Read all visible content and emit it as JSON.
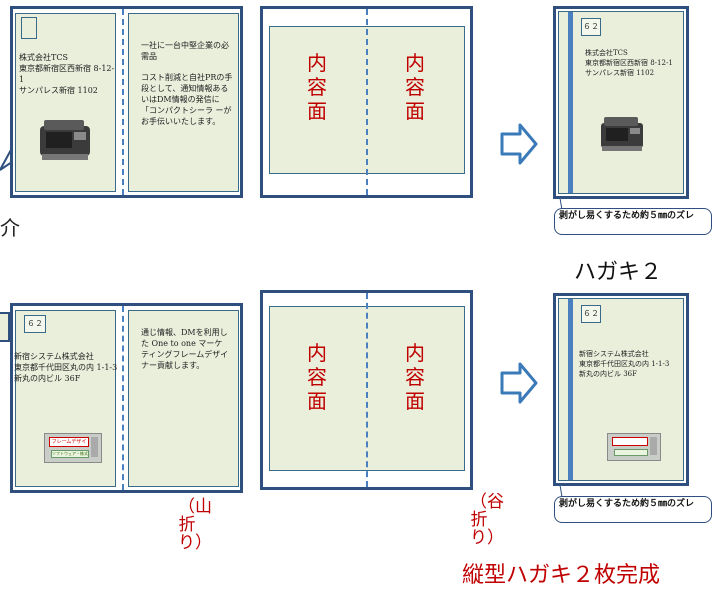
{
  "card1": {
    "num": "",
    "company": "株式会社TCS",
    "address": "東京都新宿区西新宿 8-12-1",
    "building": "サンパレス新宿 1102",
    "inner_title": "一社に一台中堅企業の必需品",
    "inner_body": "コスト削減と自社PRの手段として、通知情報あるいはDM情報の発信に「コンパクトシーラ ーがお手伝いいたします。"
  },
  "card2": {
    "num": "６２",
    "company": "新宿システム株式会社",
    "address": "東京都千代田区丸の内 1-1-3",
    "building": "新丸の内ビル 36F",
    "inner_body": "通じ情報、DMを利用した One to one マーケティングフレームデザイナー貢献します。",
    "screen_title": "フレームデザイナー",
    "screen_sub": "ソフトウェア・株式会社"
  },
  "content": {
    "left": "内容面",
    "right": "内容面"
  },
  "fold": {
    "mountain": "（山折り）",
    "valley": "（谷折り）"
  },
  "result1": {
    "num": "６２",
    "label": "ハガキ２"
  },
  "callout": "剥がし易くするため約５㎜のズレ",
  "left_fragment": "介",
  "final": "縦型ハガキ２枚完成",
  "colors": {
    "accent": "#c00000",
    "frame": "#2f4f7f",
    "panel": "#eaefdc",
    "arrow": "#3a7ab8"
  }
}
